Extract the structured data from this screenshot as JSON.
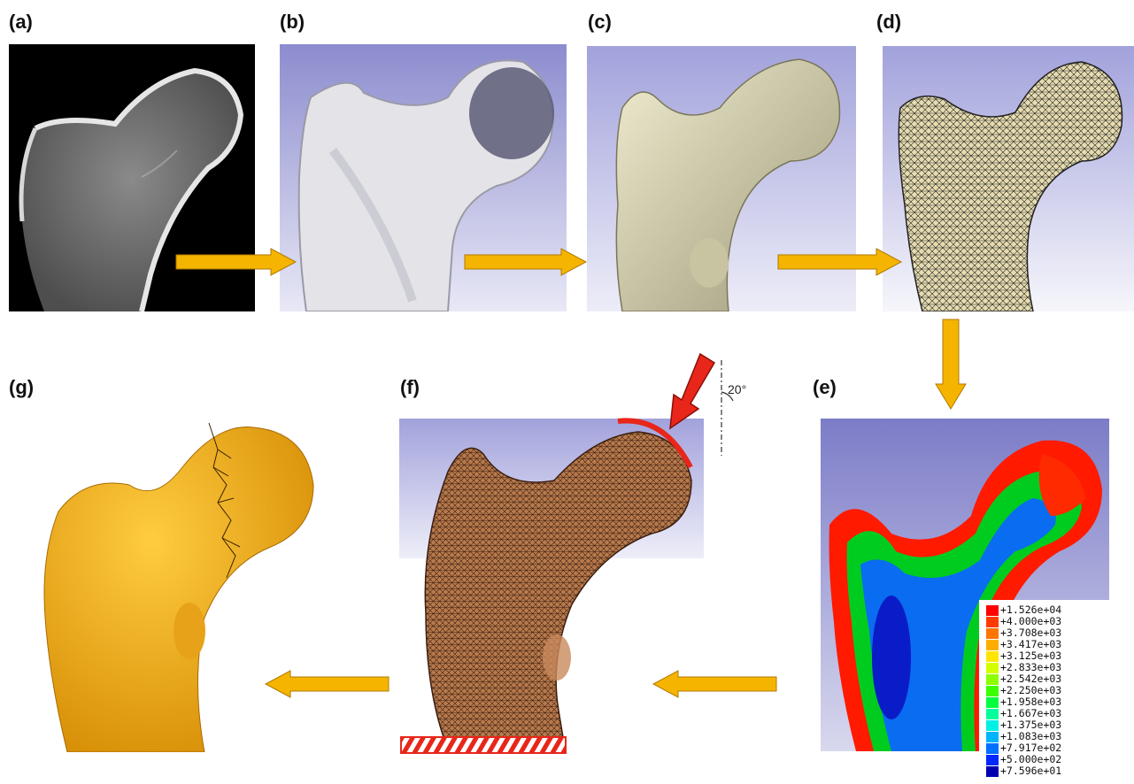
{
  "panels": [
    {
      "id": "a",
      "label": "(a)"
    },
    {
      "id": "b",
      "label": "(b)"
    },
    {
      "id": "c",
      "label": "(c)"
    },
    {
      "id": "d",
      "label": "(d)"
    },
    {
      "id": "e",
      "label": "(e)"
    },
    {
      "id": "f",
      "label": "(f)"
    },
    {
      "id": "g",
      "label": "(g)"
    }
  ],
  "load": {
    "angle_label": "20°"
  },
  "legend": {
    "entries": [
      {
        "value": "+1.526e+04",
        "color": "#ff0000"
      },
      {
        "value": "+4.000e+03",
        "color": "#ff3a00"
      },
      {
        "value": "+3.708e+03",
        "color": "#ff7400"
      },
      {
        "value": "+3.417e+03",
        "color": "#ffae00"
      },
      {
        "value": "+3.125e+03",
        "color": "#ffe600"
      },
      {
        "value": "+2.833e+03",
        "color": "#d4ff00"
      },
      {
        "value": "+2.542e+03",
        "color": "#8cff00"
      },
      {
        "value": "+2.250e+03",
        "color": "#3cff00"
      },
      {
        "value": "+1.958e+03",
        "color": "#00ff3c"
      },
      {
        "value": "+1.667e+03",
        "color": "#00ff9a"
      },
      {
        "value": "+1.375e+03",
        "color": "#00f0e6"
      },
      {
        "value": "+1.083e+03",
        "color": "#00b4ff"
      },
      {
        "value": "+7.917e+02",
        "color": "#0070ff"
      },
      {
        "value": "+5.000e+02",
        "color": "#0028ff"
      },
      {
        "value": "+7.596e+01",
        "color": "#0000b0"
      }
    ]
  },
  "colors": {
    "arrow": "#f5b400",
    "arrow_outline": "#b07a00",
    "load_arrow": "#e8261a",
    "bone": "#d9d4b0",
    "mesh_bone": "#b8794a",
    "fracture_bone": "#f0a81c"
  }
}
